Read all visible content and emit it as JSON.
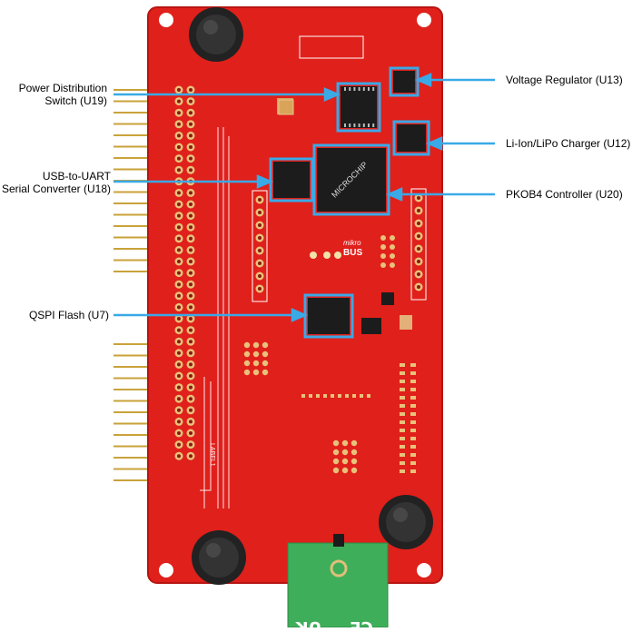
{
  "annotations": {
    "power_switch": "Power Distribution\nSwitch (U19)",
    "usb_uart": "USB-to-UART\nSerial Converter (U18)",
    "qspi": "QSPI Flash (U7)",
    "regulator": "Voltage Regulator (U13)",
    "charger": "Li-Ion/LiPo Charger (U12)",
    "pkob": "PKOB4 Controller (U20)"
  },
  "board_marks": {
    "main_ic_logo": "MICROCHIP",
    "mikrobus_prefix": "mikro",
    "mikrobus_name": "BUS",
    "label_text": "LABEL1"
  },
  "colors": {
    "pcb": "#e0201b",
    "callout": "#3aa9e6",
    "chip": "#1c1c1c",
    "usb_tab": "#3fae5a"
  }
}
